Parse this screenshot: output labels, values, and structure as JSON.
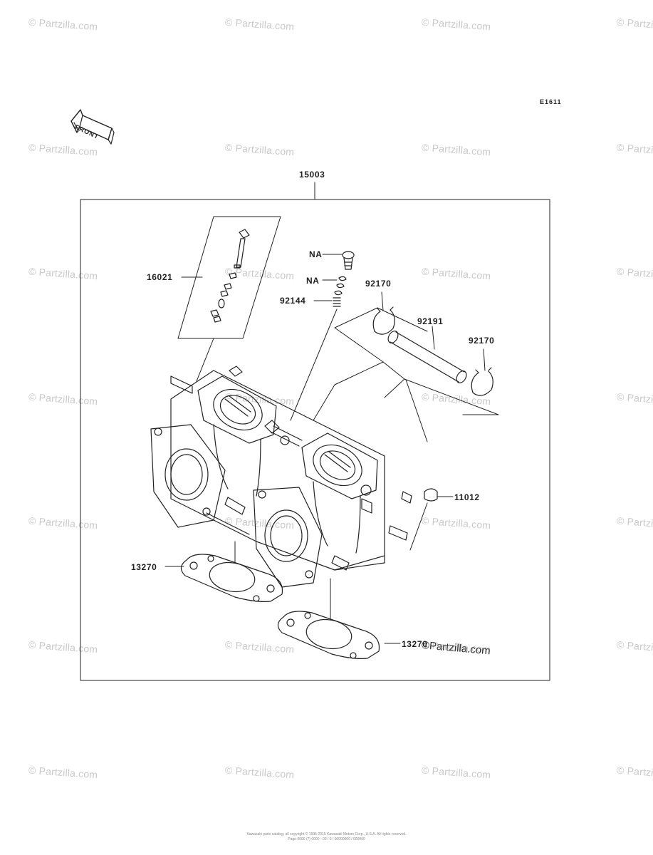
{
  "diagram_code": "E1611",
  "front_arrow_text": "FRONT",
  "watermark_text": "© Partzilla.com",
  "corner_watermark": "©Partzilla.com",
  "footer": {
    "line1": "Kawasaki parts catalog; all copyright © 1995-2015 Kawasaki Motors Corp., U.S.A. All rights reserved.",
    "line2": "Page 0000 (7) 0000 - 00 / 0 / 00000000 / 000000"
  },
  "labels": {
    "p15003": "15003",
    "p16021": "16021",
    "na1": "NA",
    "na2": "NA",
    "p92144": "92144",
    "p92170a": "92170",
    "p92191": "92191",
    "p92170b": "92170",
    "p11012": "11012",
    "p13270a": "13270",
    "p13270b": "13270"
  }
}
